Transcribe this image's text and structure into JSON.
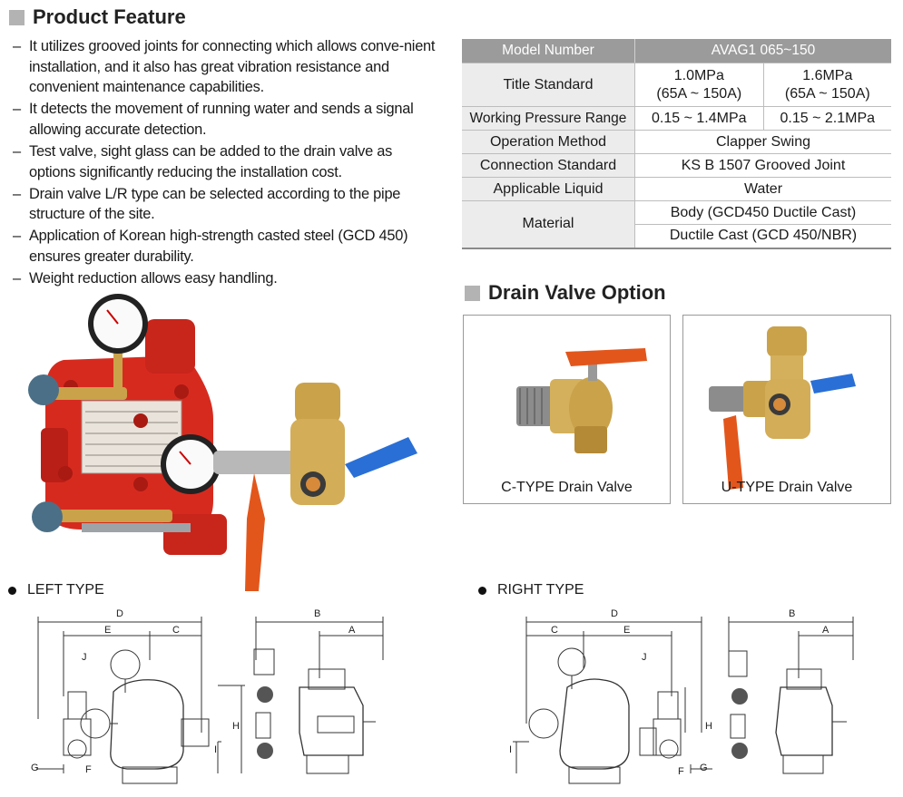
{
  "feature": {
    "title": "Product Feature",
    "items": [
      "It utilizes grooved joints for connecting which allows conve-nient installation, and it also has great vibration resistance and convenient maintenance capabilities.",
      "It detects the movement of running water and sends a signal allowing accurate detection.",
      "Test valve, sight glass can be added to the drain valve as options significantly reducing the installation cost.",
      "Drain valve L/R type can be selected according to the pipe structure of the site.",
      "Application of Korean high-strength casted steel (GCD 450) ensures greater durability.",
      "Weight reduction allows easy handling."
    ]
  },
  "spec": {
    "header_label": "Model Number",
    "header_value": "AVAG1 065~150",
    "title_standard": {
      "label": "Title Standard",
      "col1_line1": "1.0MPa",
      "col1_line2": "(65A ~ 150A)",
      "col2_line1": "1.6MPa",
      "col2_line2": "(65A ~ 150A)"
    },
    "working_pressure": {
      "label": "Working Pressure Range",
      "col1": "0.15 ~ 1.4MPa",
      "col2": "0.15 ~ 2.1MPa"
    },
    "operation_method": {
      "label": "Operation Method",
      "value": "Clapper Swing"
    },
    "connection_standard": {
      "label": "Connection Standard",
      "value": "KS B 1507 Grooved Joint"
    },
    "applicable_liquid": {
      "label": "Applicable Liquid",
      "value": "Water"
    },
    "material": {
      "label": "Material",
      "value1": "Body (GCD450 Ductile Cast)",
      "value2": "Ductile Cast (GCD 450/NBR)"
    }
  },
  "drain": {
    "title": "Drain Valve Option",
    "c_type": "C-TYPE Drain Valve",
    "u_type": "U-TYPE  Drain Valve"
  },
  "left_type": {
    "label": "LEFT TYPE",
    "dims": {
      "d": "D",
      "e": "E",
      "c": "C",
      "b": "B",
      "a": "A",
      "j": "J",
      "h": "H",
      "i": "I",
      "g": "G",
      "f": "F"
    }
  },
  "right_type": {
    "label": "RIGHT TYPE",
    "dims": {
      "d": "D",
      "c": "C",
      "e": "E",
      "b": "B",
      "a": "A",
      "j": "J",
      "h": "H",
      "i": "I",
      "g": "G",
      "f": "F"
    }
  },
  "colors": {
    "valve_red": "#d72a1f",
    "brass": "#c9a24a",
    "handle_blue": "#2a6fd6",
    "handle_orange": "#e2561c",
    "table_header": "#9b9b9b"
  }
}
